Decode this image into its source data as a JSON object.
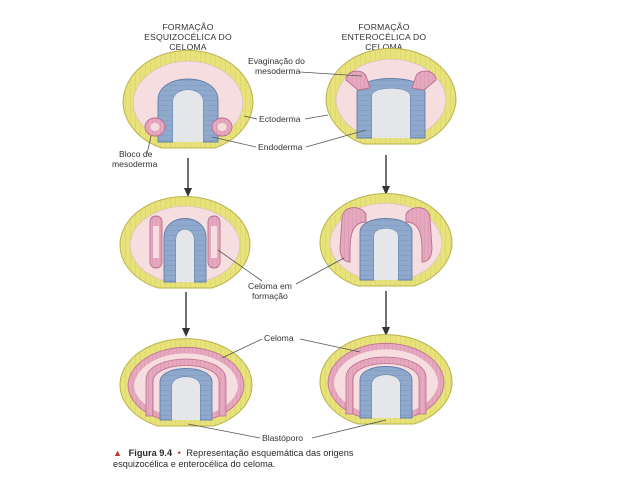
{
  "headers": {
    "schizo": [
      "FORMAÇÃO",
      "ESQUIZOCÉLICA DO",
      "CELOMA"
    ],
    "entero": [
      "FORMAÇÃO",
      "ENTEROCÉLICA DO",
      "CELOMA"
    ]
  },
  "labels": {
    "evaginacao": [
      "Evaginação do",
      "mesoderma"
    ],
    "ectoderma": "Ectoderma",
    "endoderma": "Endoderma",
    "bloco": [
      "Bloco de",
      "mesoderma"
    ],
    "celoma_formacao": [
      "Celoma em",
      "formação"
    ],
    "celoma": "Celoma",
    "blastoporo": "Blastóporo"
  },
  "caption": {
    "marker": "▲",
    "figure": "Figura 9.4",
    "bullet": "•",
    "line1": "Representação esquemática das origens",
    "line2": "esquizocélica e enterocélica do celoma."
  },
  "colors": {
    "ectoderm": "#e8e27a",
    "ectoderm_stroke": "#b9b34a",
    "endoderm": "#8fa9cc",
    "endoderm_stroke": "#5f7fa8",
    "mesoderm": "#e6a8bf",
    "mesoderm_stroke": "#b96f8d",
    "blastocoel": "#f6dde0",
    "archenteron": "#e4e6ea",
    "caption_marker": "#c0392b"
  }
}
